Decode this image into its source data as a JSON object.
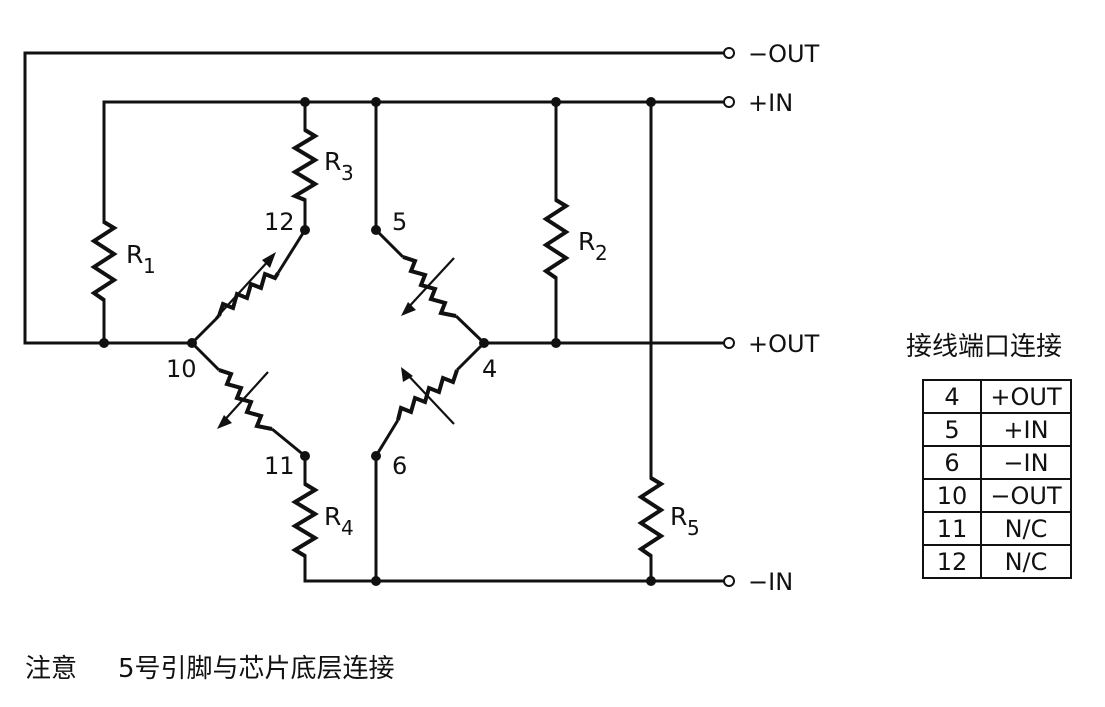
{
  "terminals": {
    "neg_out": "−OUT",
    "pos_in": "+IN",
    "pos_out": "+OUT",
    "neg_in": "−IN"
  },
  "resistors": {
    "r1": {
      "letter": "R",
      "sub": "1"
    },
    "r2": {
      "letter": "R",
      "sub": "2"
    },
    "r3": {
      "letter": "R",
      "sub": "3"
    },
    "r4": {
      "letter": "R",
      "sub": "4"
    },
    "r5": {
      "letter": "R",
      "sub": "5"
    }
  },
  "pins": {
    "p4": "4",
    "p5": "5",
    "p6": "6",
    "p10": "10",
    "p11": "11",
    "p12": "12"
  },
  "pin_table": {
    "title": "接线端口连接",
    "rows": [
      {
        "pin": "4",
        "signal": "+OUT"
      },
      {
        "pin": "5",
        "signal": "+IN"
      },
      {
        "pin": "6",
        "signal": "−IN"
      },
      {
        "pin": "10",
        "signal": "−OUT"
      },
      {
        "pin": "11",
        "signal": "N/C"
      },
      {
        "pin": "12",
        "signal": "N/C"
      }
    ]
  },
  "note": {
    "label": "注意",
    "text": "5号引脚与芯片底层连接"
  }
}
